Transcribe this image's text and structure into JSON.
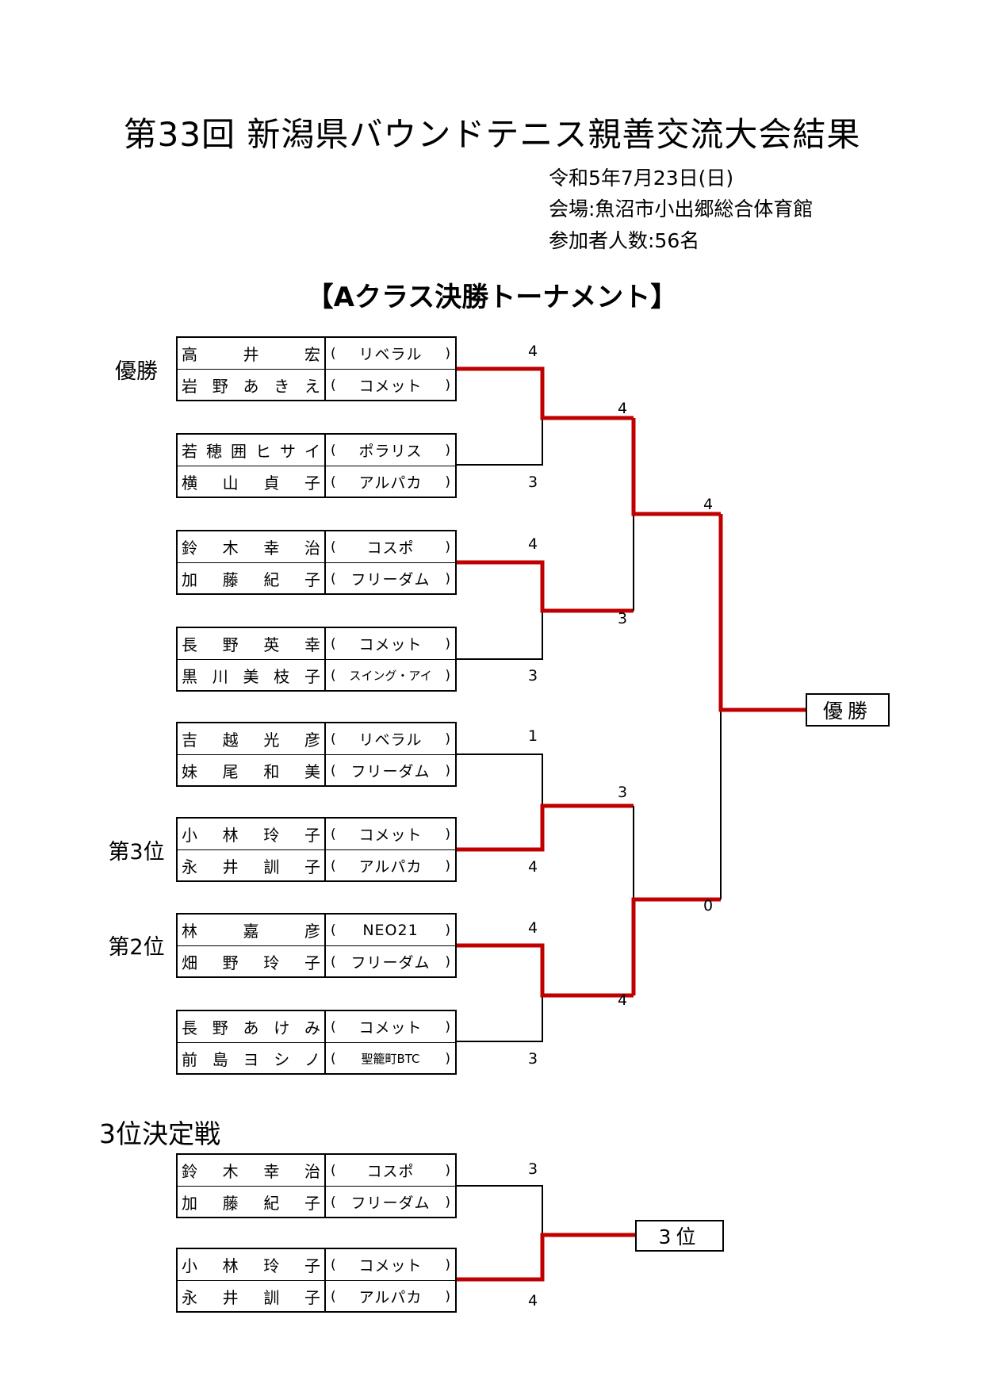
{
  "title": "第33回  新潟県バウンドテニス親善交流大会結果",
  "meta": {
    "date": "令和5年7月23日(日)",
    "venue": "会場:魚沼市小出郷総合体育館",
    "participants": "参加者人数:56名"
  },
  "subtitle": "【Aクラス決勝トーナメント】",
  "placings": {
    "first": "優勝",
    "third": "第3位",
    "second": "第2位"
  },
  "pairs": [
    {
      "players": [
        {
          "name": [
            "高",
            "井",
            "宏"
          ],
          "club": "リベラル"
        },
        {
          "name": [
            "岩",
            "野",
            "あ",
            "き",
            "え"
          ],
          "club": "コメット"
        }
      ]
    },
    {
      "players": [
        {
          "name": [
            "若",
            "穂",
            "囲",
            "ヒ",
            "サ",
            "イ"
          ],
          "club": "ポラリス"
        },
        {
          "name": [
            "横",
            "山",
            "貞",
            "子"
          ],
          "club": "アルパカ"
        }
      ]
    },
    {
      "players": [
        {
          "name": [
            "鈴",
            "木",
            "幸",
            "治"
          ],
          "club": "コスポ"
        },
        {
          "name": [
            "加",
            "藤",
            "紀",
            "子"
          ],
          "club": "フリーダム"
        }
      ]
    },
    {
      "players": [
        {
          "name": [
            "長",
            "野",
            "英",
            "幸"
          ],
          "club": "コメット"
        },
        {
          "name": [
            "黒",
            "川",
            "美",
            "枝",
            "子"
          ],
          "club": "スイング・アイ"
        }
      ]
    },
    {
      "players": [
        {
          "name": [
            "吉",
            "越",
            "光",
            "彦"
          ],
          "club": "リベラル"
        },
        {
          "name": [
            "妹",
            "尾",
            "和",
            "美"
          ],
          "club": "フリーダム"
        }
      ]
    },
    {
      "players": [
        {
          "name": [
            "小",
            "林",
            "玲",
            "子"
          ],
          "club": "コメット"
        },
        {
          "name": [
            "永",
            "井",
            "訓",
            "子"
          ],
          "club": "アルパカ"
        }
      ]
    },
    {
      "players": [
        {
          "name": [
            "林",
            "嘉",
            "彦"
          ],
          "club": "NEO21"
        },
        {
          "name": [
            "畑",
            "野",
            "玲",
            "子"
          ],
          "club": "フリーダム"
        }
      ]
    },
    {
      "players": [
        {
          "name": [
            "長",
            "野",
            "あ",
            "け",
            "み"
          ],
          "club": "コメット"
        },
        {
          "name": [
            "前",
            "島",
            "ヨ",
            "シ",
            "ノ"
          ],
          "club": "聖籠町BTC"
        }
      ]
    }
  ],
  "scores": {
    "r1": [
      "4",
      "3",
      "4",
      "3",
      "1",
      "4",
      "4",
      "3"
    ],
    "r2": [
      "4",
      "3",
      "3",
      "4"
    ],
    "r3": [
      "4",
      "0"
    ]
  },
  "champion_box": "優勝",
  "third_place": {
    "heading": "3位決定戦",
    "pairs": [
      {
        "players": [
          {
            "name": [
              "鈴",
              "木",
              "幸",
              "治"
            ],
            "club": "コスポ"
          },
          {
            "name": [
              "加",
              "藤",
              "紀",
              "子"
            ],
            "club": "フリーダム"
          }
        ]
      },
      {
        "players": [
          {
            "name": [
              "小",
              "林",
              "玲",
              "子"
            ],
            "club": "コメット"
          },
          {
            "name": [
              "永",
              "井",
              "訓",
              "子"
            ],
            "club": "アルパカ"
          }
        ]
      }
    ],
    "scores": [
      "3",
      "4"
    ],
    "box": "3位"
  },
  "colors": {
    "winner_line": "#c00000",
    "loser_line": "#000000"
  }
}
